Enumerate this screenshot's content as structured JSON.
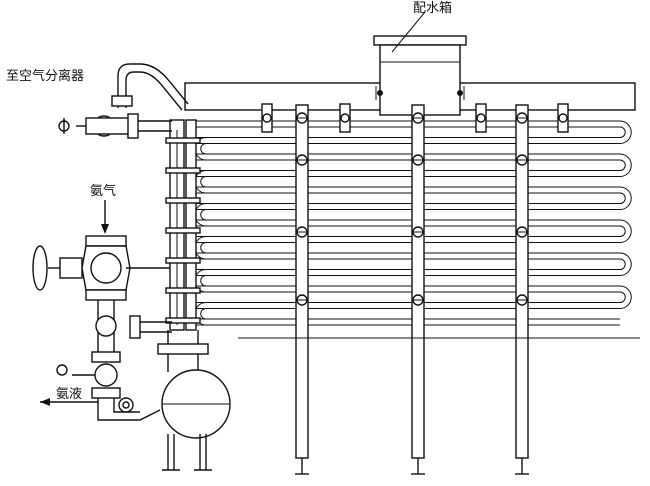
{
  "labels": {
    "water_tank": "配水箱",
    "to_air_separator": "至空气分离器",
    "ammonia_gas": "氨气",
    "liquid_ammonia": "氨液"
  }
}
